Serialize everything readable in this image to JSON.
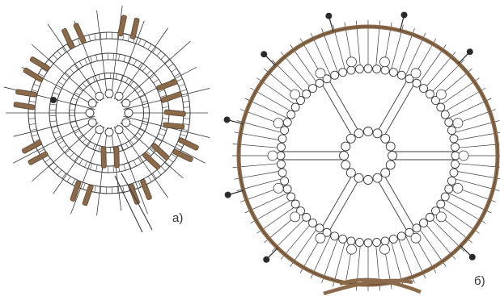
{
  "figure": {
    "panels": [
      {
        "id": "a",
        "caption": "а)"
      },
      {
        "id": "b",
        "caption": "б)"
      }
    ]
  },
  "colors": {
    "ink": "#3a3a3a",
    "cord_brown": "#8a6a4a",
    "cord_brown_dark": "#5e4630",
    "pin_head": "#2a2a2a",
    "background": "#ffffff"
  }
}
